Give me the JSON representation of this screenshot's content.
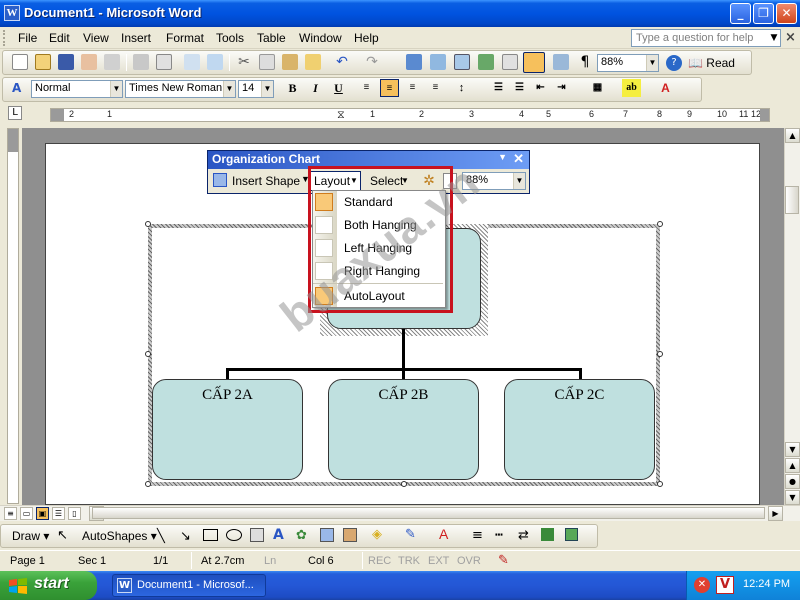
{
  "window": {
    "title": "Document1 - Microsoft Word",
    "app_icon": "W",
    "buttons": [
      "minimize",
      "restore",
      "close"
    ]
  },
  "menubar": {
    "items": [
      {
        "label": "File",
        "key": "F"
      },
      {
        "label": "Edit",
        "key": "E"
      },
      {
        "label": "View",
        "key": "V"
      },
      {
        "label": "Insert",
        "key": "I"
      },
      {
        "label": "Format",
        "key": "o"
      },
      {
        "label": "Tools",
        "key": "T"
      },
      {
        "label": "Table",
        "key": "a"
      },
      {
        "label": "Window",
        "key": "W"
      },
      {
        "label": "Help",
        "key": "H"
      }
    ],
    "question_placeholder": "Type a question for help",
    "close_glyph": "×"
  },
  "standard_toolbar": {
    "zoom": "88%",
    "read_label": "Read"
  },
  "formatting_toolbar": {
    "style": "Normal",
    "font": "Times New Roman",
    "size": "14",
    "bold": "B",
    "italic": "I",
    "underline": "U"
  },
  "ruler": {
    "corner": "L",
    "numbers": [
      "2",
      "1",
      "1",
      "2",
      "3",
      "4",
      "5",
      "6",
      "7",
      "8",
      "9",
      "10",
      "11",
      "12"
    ]
  },
  "org_toolbar": {
    "title": "Organization Chart",
    "insert_shape": "Insert Shape",
    "layout": "Layout",
    "select": "Select",
    "zoom": "88%"
  },
  "layout_menu": {
    "items": [
      {
        "label": "Standard",
        "selected": true
      },
      {
        "label": "Both Hanging",
        "selected": false
      },
      {
        "label": "Left Hanging",
        "selected": false
      },
      {
        "label": "Right Hanging",
        "selected": false
      },
      {
        "label": "AutoLayout",
        "selected": true
      }
    ]
  },
  "org_chart": {
    "boxes": [
      "CẤP 2A",
      "CẤP 2B",
      "CẤP 2C"
    ],
    "fill": "#bfe0df"
  },
  "watermark": "buaxua.vn",
  "draw_toolbar": {
    "draw": "Draw",
    "autoshapes": "AutoShapes"
  },
  "statusbar": {
    "page": "Page  1",
    "sec": "Sec  1",
    "pages": "1/1",
    "at": "At  2.7cm",
    "ln": "Ln",
    "col": "Col  6",
    "rec": "REC",
    "trk": "TRK",
    "ext": "EXT",
    "ovr": "OVR"
  },
  "taskbar": {
    "start": "start",
    "item": "Document1 - Microsof...",
    "clock": "12:24 PM"
  },
  "colors": {
    "highlight_border": "#c8121e",
    "title_blue": "#0053e0",
    "box_fill": "#bfe0df"
  }
}
